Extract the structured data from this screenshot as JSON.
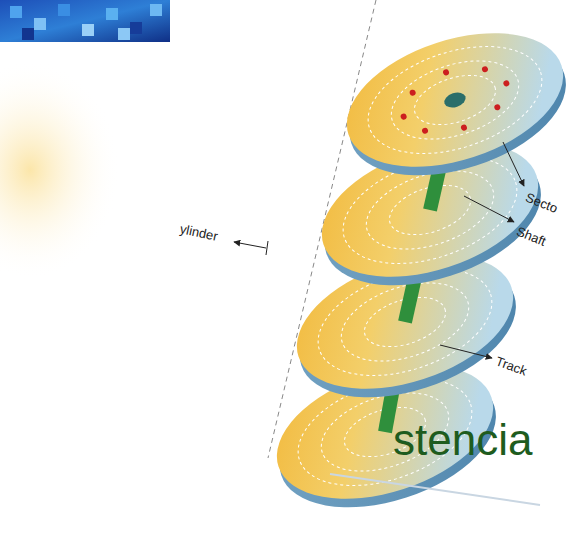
{
  "diagram": {
    "labels": [
      "ylinder",
      "Secto",
      "Shaft",
      "Track",
      "stencia"
    ]
  }
}
